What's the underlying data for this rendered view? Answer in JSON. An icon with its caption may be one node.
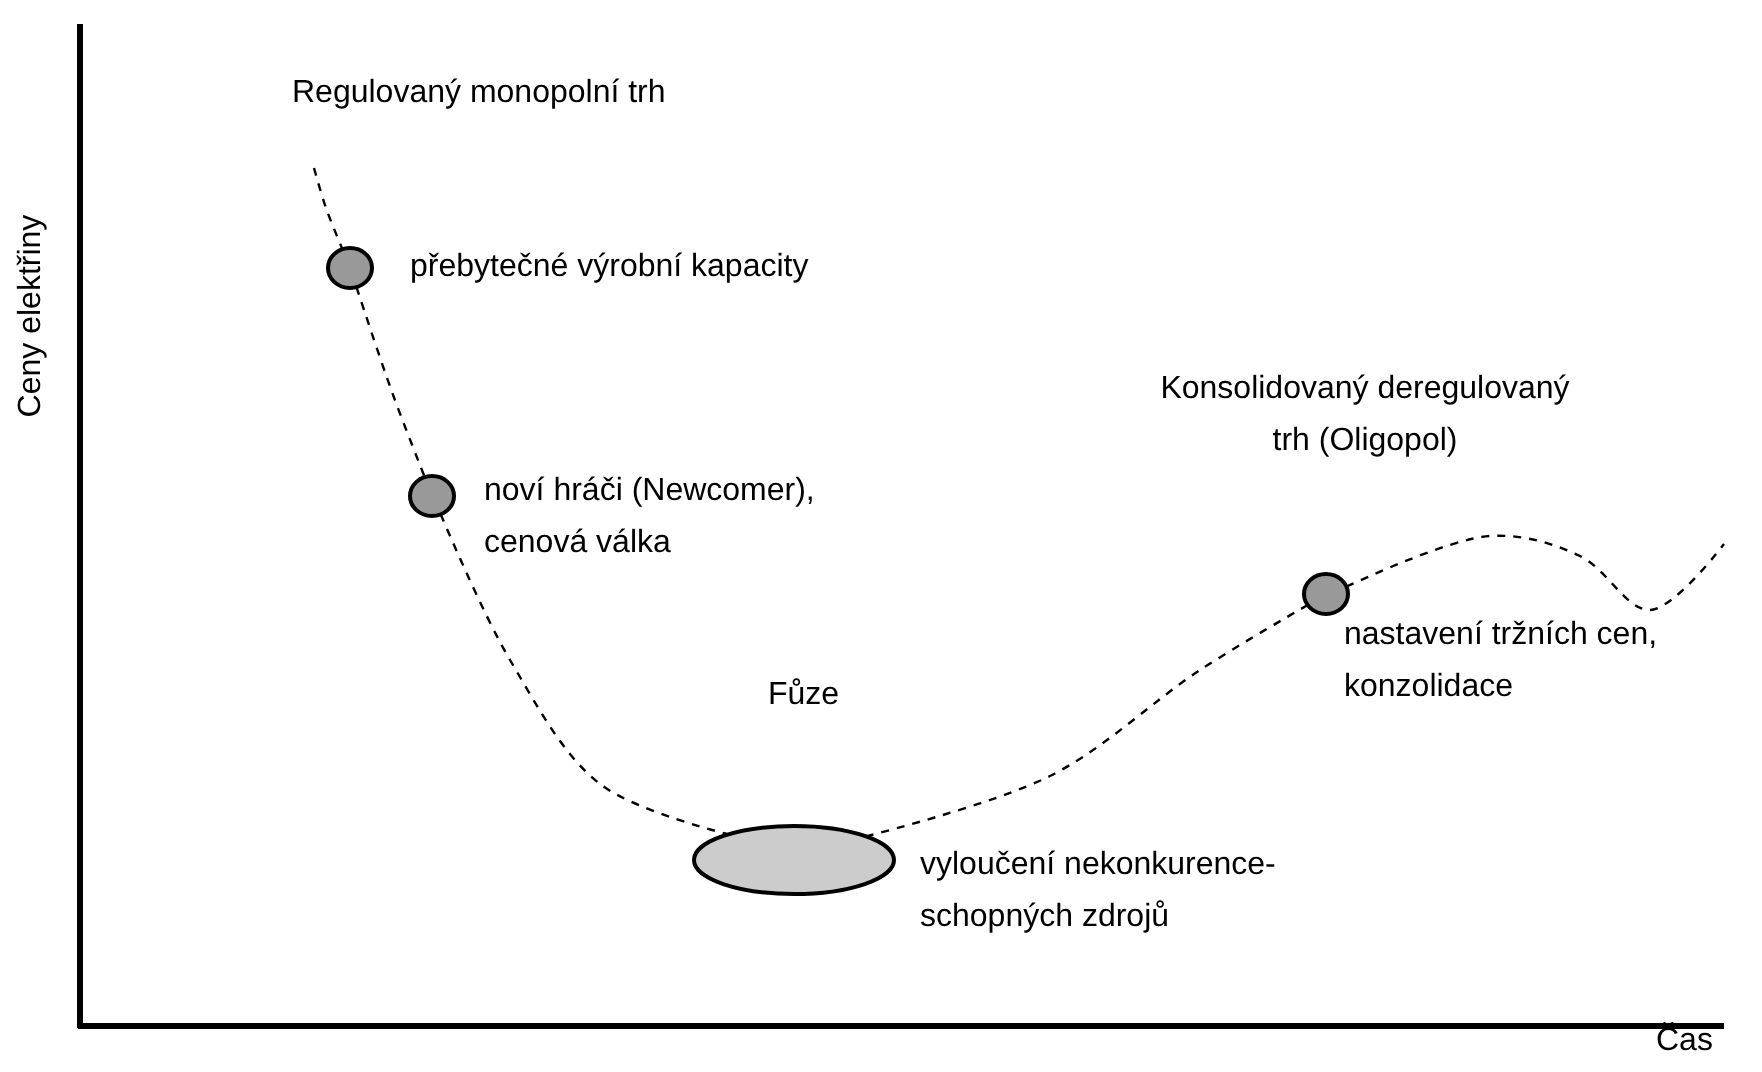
{
  "diagram": {
    "nodes": [
      {
        "text": [],
        "shape": "circle",
        "beside": [
          "přebytečné výrobní kapacity"
        ]
      },
      {
        "text": [],
        "shape": "circle",
        "beside": [
          "noví hráči (Newcomer), cenová válka"
        ]
      },
      {
        "text": [],
        "shape": "circle",
        "beside": [
          "Fůze",
          "vyloučení nekonkurence-schopných zdrojů"
        ]
      },
      {
        "text": [],
        "shape": "circle",
        "beside": [
          "nastavení tržních cen, konzolidace"
        ]
      }
    ],
    "edges": [
      {
        "from": null,
        "to": 0,
        "arrow": "none",
        "style": "dashed"
      },
      {
        "from": 0,
        "to": 1,
        "arrow": "none",
        "style": "dashed"
      },
      {
        "from": 1,
        "to": 2,
        "arrow": "none",
        "style": "dashed"
      },
      {
        "from": 2,
        "to": 3,
        "arrow": "none",
        "style": "dashed"
      },
      {
        "from": 3,
        "to": null,
        "arrow": "none",
        "style": "dashed"
      }
    ],
    "labels": [
      "Regulovaný monopolní trh",
      "Ceny elektřiny",
      "Konsolidovaný deregulovaný trh (Oligopol)",
      "Čas"
    ]
  }
}
